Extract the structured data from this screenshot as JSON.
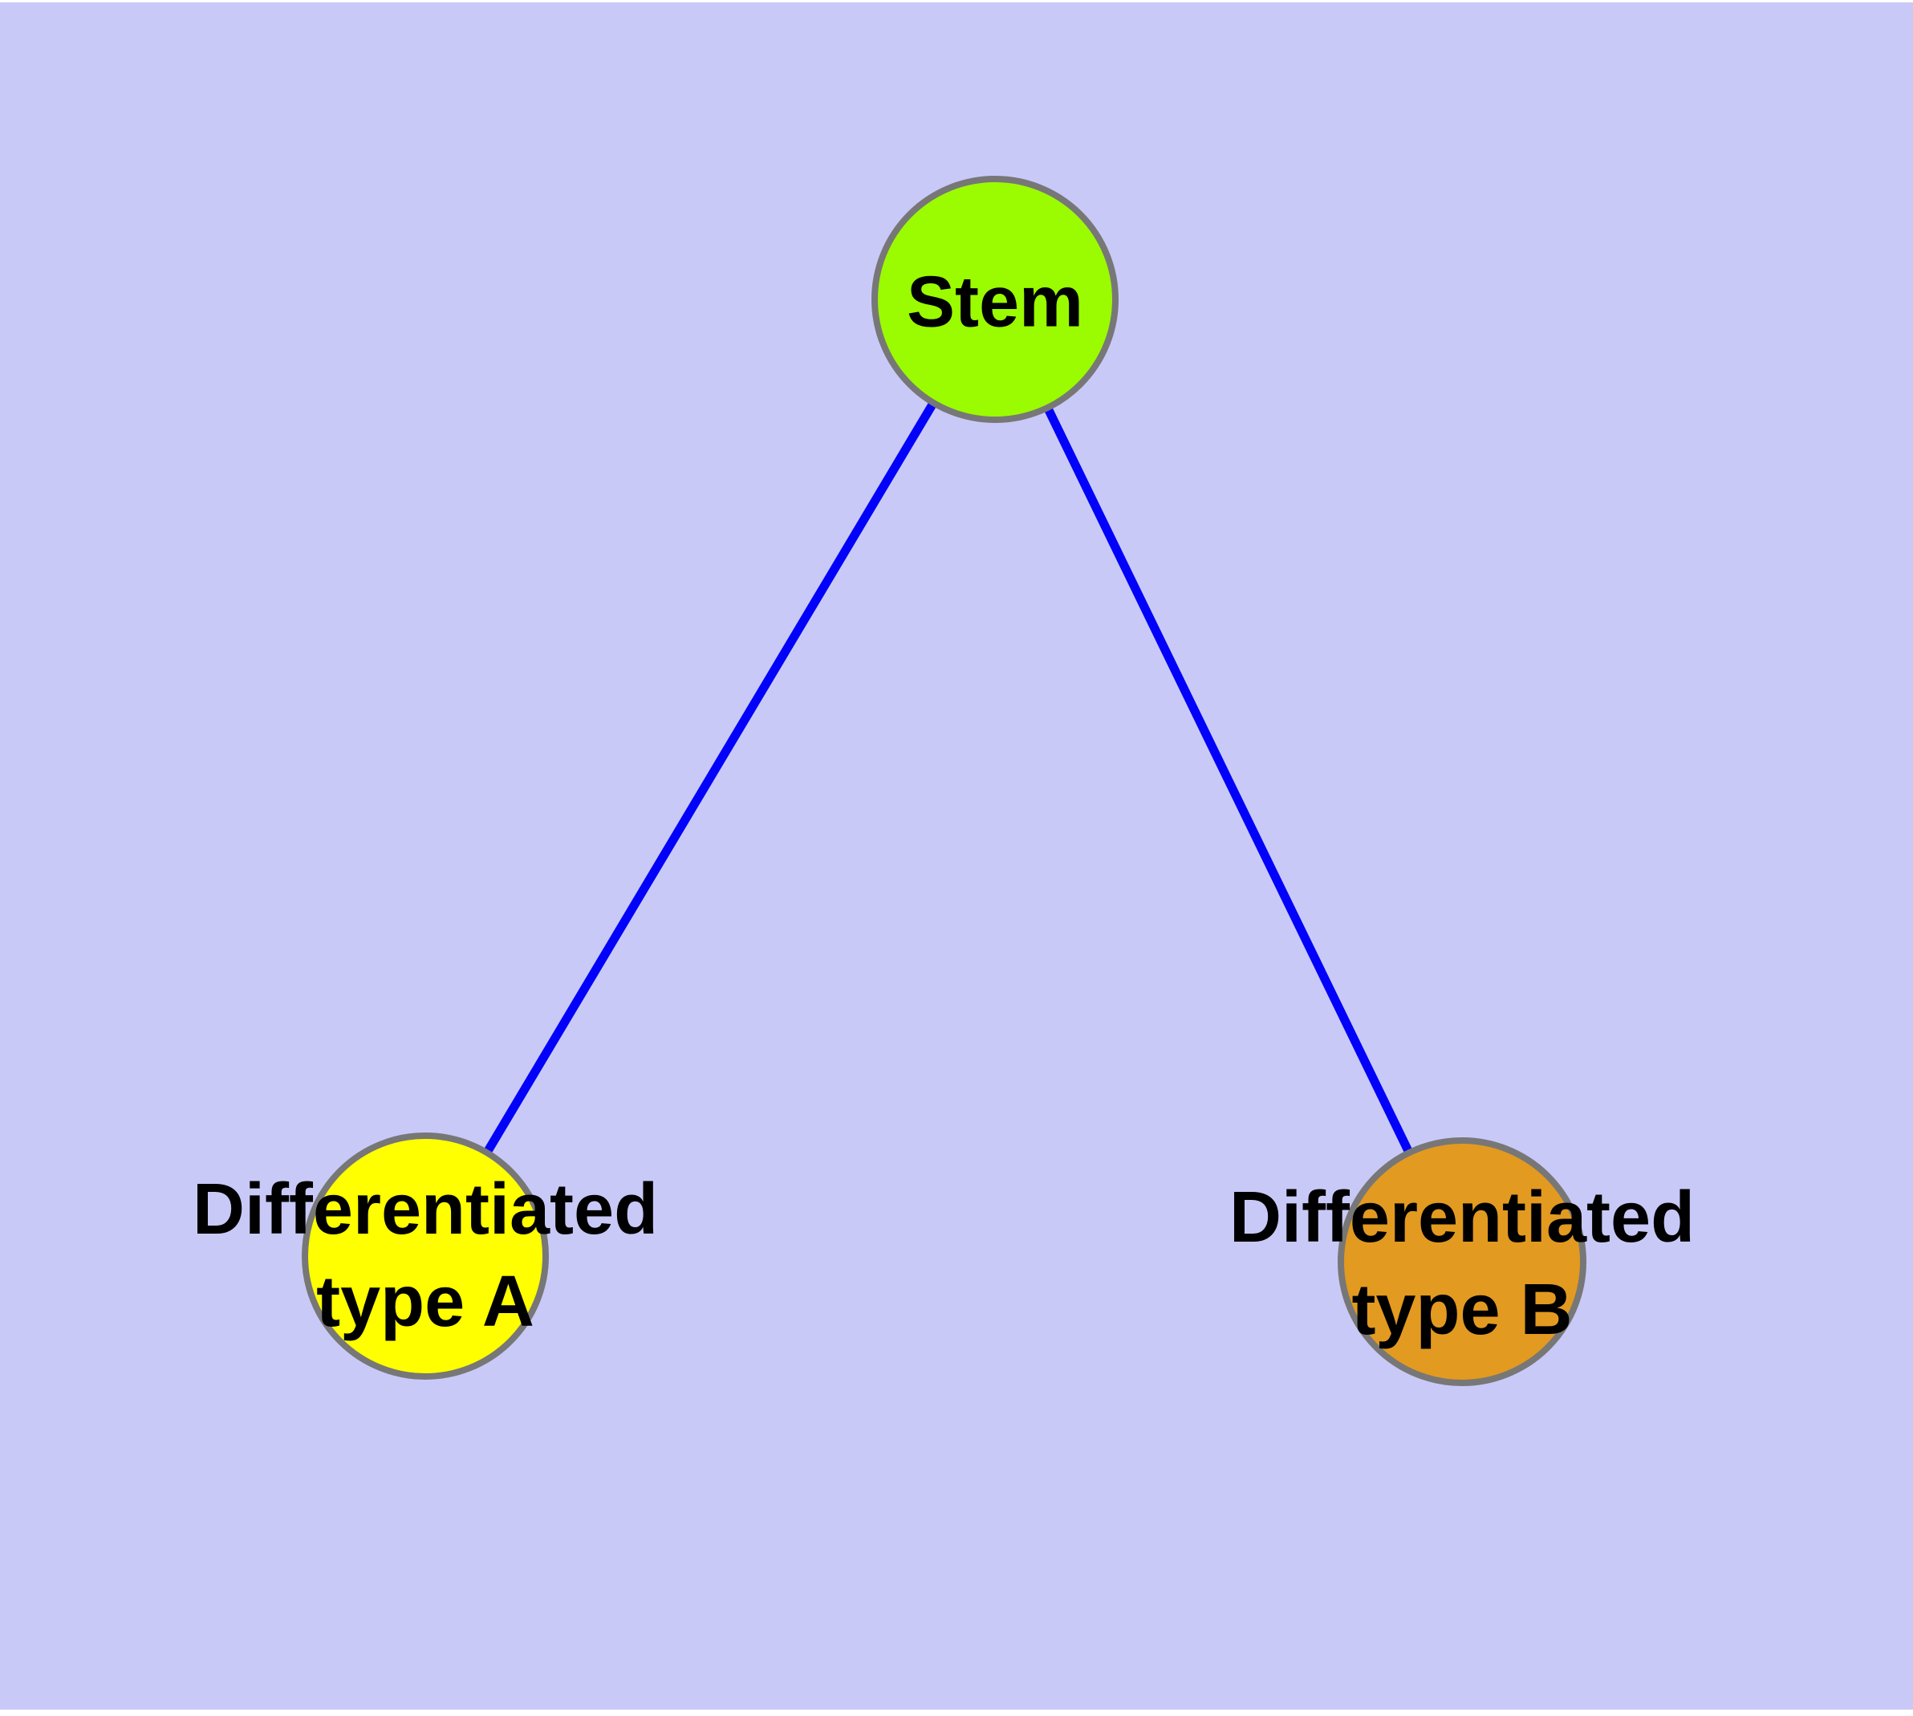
{
  "diagram": {
    "title": "Stem cell differentiation diagram",
    "background_color": "#C9C9F8",
    "node_border_color": "#777777",
    "edge_color": "#0202FA",
    "label_text_color": "#000000",
    "nodes": {
      "stem": {
        "label": "Stem",
        "color": "#9BFB00"
      },
      "type_a": {
        "label_line1": "Differentiated",
        "label_line2": "type A",
        "color": "#FFFF00"
      },
      "type_b": {
        "label_line1": "Differentiated",
        "label_line2": "type B",
        "color": "#E39A20"
      }
    },
    "edges": [
      {
        "from": "Stem",
        "to": "Differentiated type A"
      },
      {
        "from": "Stem",
        "to": "Differentiated type B"
      }
    ]
  }
}
